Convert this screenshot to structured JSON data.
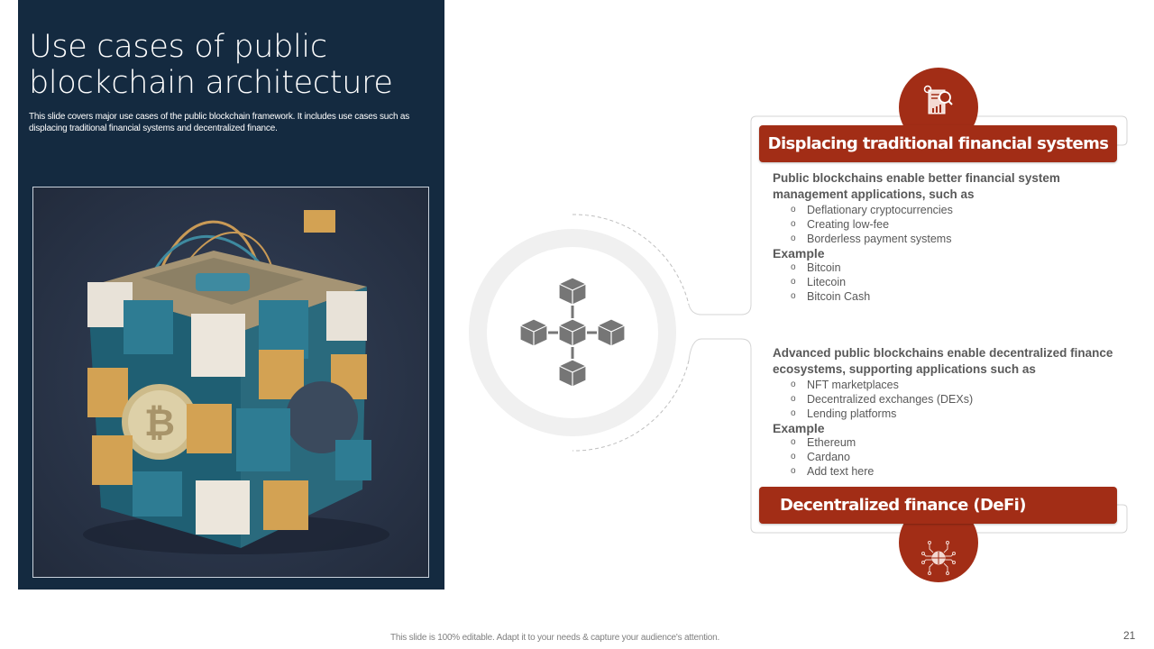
{
  "slide": {
    "title": "Use cases of public blockchain architecture",
    "title_line1": "Use cases of public",
    "title_line2": "blockchain architecture",
    "subtitle": "This slide covers major use cases of the public blockchain framework. It includes use cases such as displacing traditional financial systems and decentralized finance.",
    "image": {
      "alt": "3D cube of blockchain blocks with Bitcoin coin",
      "icon": "blockchain-cube-image"
    },
    "center_icon": "blockchain-network-icon",
    "colors": {
      "panel": "#142a40",
      "accent": "#a22d16",
      "text": "#595959",
      "ring": "#f0f0f0"
    }
  },
  "cards": [
    {
      "heading": "Displacing traditional financial systems",
      "icon": "financial-report-icon",
      "lead": "Public blockchains enable better financial system management applications, such as",
      "items": [
        "Deflationary cryptocurrencies",
        "Creating low-fee",
        "Borderless payment systems"
      ],
      "example_label": "Example",
      "examples": [
        "Bitcoin",
        "Litecoin",
        "Bitcoin Cash"
      ]
    },
    {
      "heading": "Decentralized finance (DeFi)",
      "icon": "global-network-icon",
      "lead": "Advanced public blockchains enable decentralized finance ecosystems, supporting applications such as",
      "items": [
        "NFT marketplaces",
        "Decentralized exchanges (DEXs)",
        "Lending platforms"
      ],
      "example_label": "Example",
      "examples": [
        "Ethereum",
        "Cardano",
        "Add text here"
      ]
    }
  ],
  "bullet_glyph": "o",
  "footer": {
    "note": "This slide is 100% editable.  Adapt it to your needs & capture your audience's attention.",
    "page_number": "21"
  }
}
